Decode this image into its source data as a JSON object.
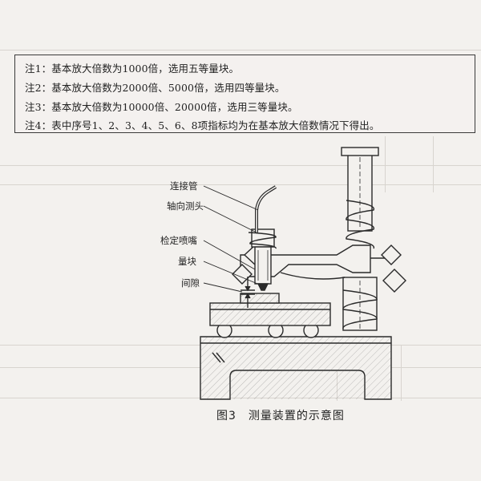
{
  "notes": [
    "注1：基本放大倍数为1000倍，选用五等量块。",
    "注2：基本放大倍数为2000倍、5000倍，选用四等量块。",
    "注3：基本放大倍数为10000倍、20000倍，选用三等量块。",
    "注4：表中序号1、2、3、4、5、6、8项指标均为在基本放大倍数情况下得出。"
  ],
  "labels": {
    "connecting_pipe": "连接管",
    "axial_probe": "轴向测头",
    "calibration_nozzle": "检定喷嘴",
    "gauge_block": "量块",
    "gap": "间隙"
  },
  "caption": "图3　测量装置的示意图",
  "colors": {
    "ink": "#2a2a2a",
    "paper": "#f3f1ee",
    "hatch": "#555555"
  }
}
